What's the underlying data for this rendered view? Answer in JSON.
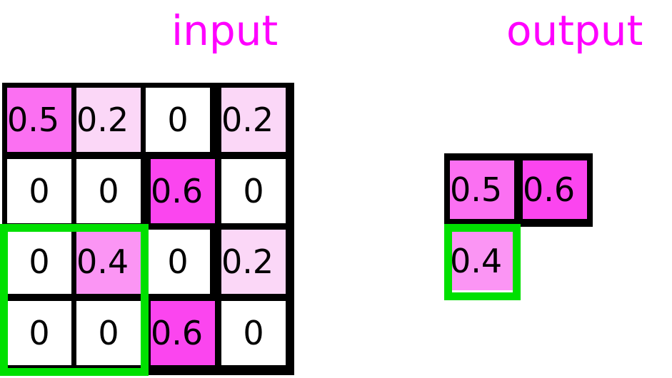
{
  "panels": {
    "input": {
      "title": "input"
    },
    "output": {
      "title": "output"
    }
  },
  "colors": {
    "title": "#ff00ff",
    "grid_border": "#000000",
    "highlight": "#00e000",
    "empty_cell": "#ffffff",
    "v02": "#fbd7f7",
    "v04": "#fb95f4",
    "v05": "#fb70f2",
    "v06": "#fb45ef"
  },
  "input_grid": {
    "rows": 4,
    "cols": 4,
    "cells": [
      {
        "value": "0.5",
        "fill": "#fb70f2",
        "row": 0,
        "col": 0
      },
      {
        "value": "0.2",
        "fill": "#fbd7f7",
        "row": 0,
        "col": 1
      },
      {
        "value": "0",
        "fill": "#ffffff",
        "row": 0,
        "col": 2
      },
      {
        "value": "0.2",
        "fill": "#fbd7f7",
        "row": 0,
        "col": 3
      },
      {
        "value": "0",
        "fill": "#ffffff",
        "row": 1,
        "col": 0
      },
      {
        "value": "0",
        "fill": "#ffffff",
        "row": 1,
        "col": 1
      },
      {
        "value": "0.6",
        "fill": "#fb45ef",
        "row": 1,
        "col": 2
      },
      {
        "value": "0",
        "fill": "#ffffff",
        "row": 1,
        "col": 3
      },
      {
        "value": "0",
        "fill": "#ffffff",
        "row": 2,
        "col": 0
      },
      {
        "value": "0.4",
        "fill": "#fb95f4",
        "row": 2,
        "col": 1
      },
      {
        "value": "0",
        "fill": "#ffffff",
        "row": 2,
        "col": 2
      },
      {
        "value": "0.2",
        "fill": "#fbd7f7",
        "row": 2,
        "col": 3
      },
      {
        "value": "0",
        "fill": "#ffffff",
        "row": 3,
        "col": 0
      },
      {
        "value": "0",
        "fill": "#ffffff",
        "row": 3,
        "col": 1
      },
      {
        "value": "0.6",
        "fill": "#fb45ef",
        "row": 3,
        "col": 2
      },
      {
        "value": "0",
        "fill": "#ffffff",
        "row": 3,
        "col": 3
      }
    ],
    "highlight_region": {
      "row_start": 2,
      "row_end": 3,
      "col_start": 0,
      "col_end": 1
    }
  },
  "output_grid": {
    "rows": 2,
    "cols": 2,
    "cells": [
      {
        "value": "0.5",
        "fill": "#fb70f2",
        "row": 0,
        "col": 0
      },
      {
        "value": "0.6",
        "fill": "#fb45ef",
        "row": 0,
        "col": 1
      },
      {
        "value": "0.4",
        "fill": "#fb95f4",
        "row": 1,
        "col": 0
      }
    ],
    "highlight_region": {
      "row_start": 1,
      "row_end": 1,
      "col_start": 0,
      "col_end": 0
    }
  }
}
